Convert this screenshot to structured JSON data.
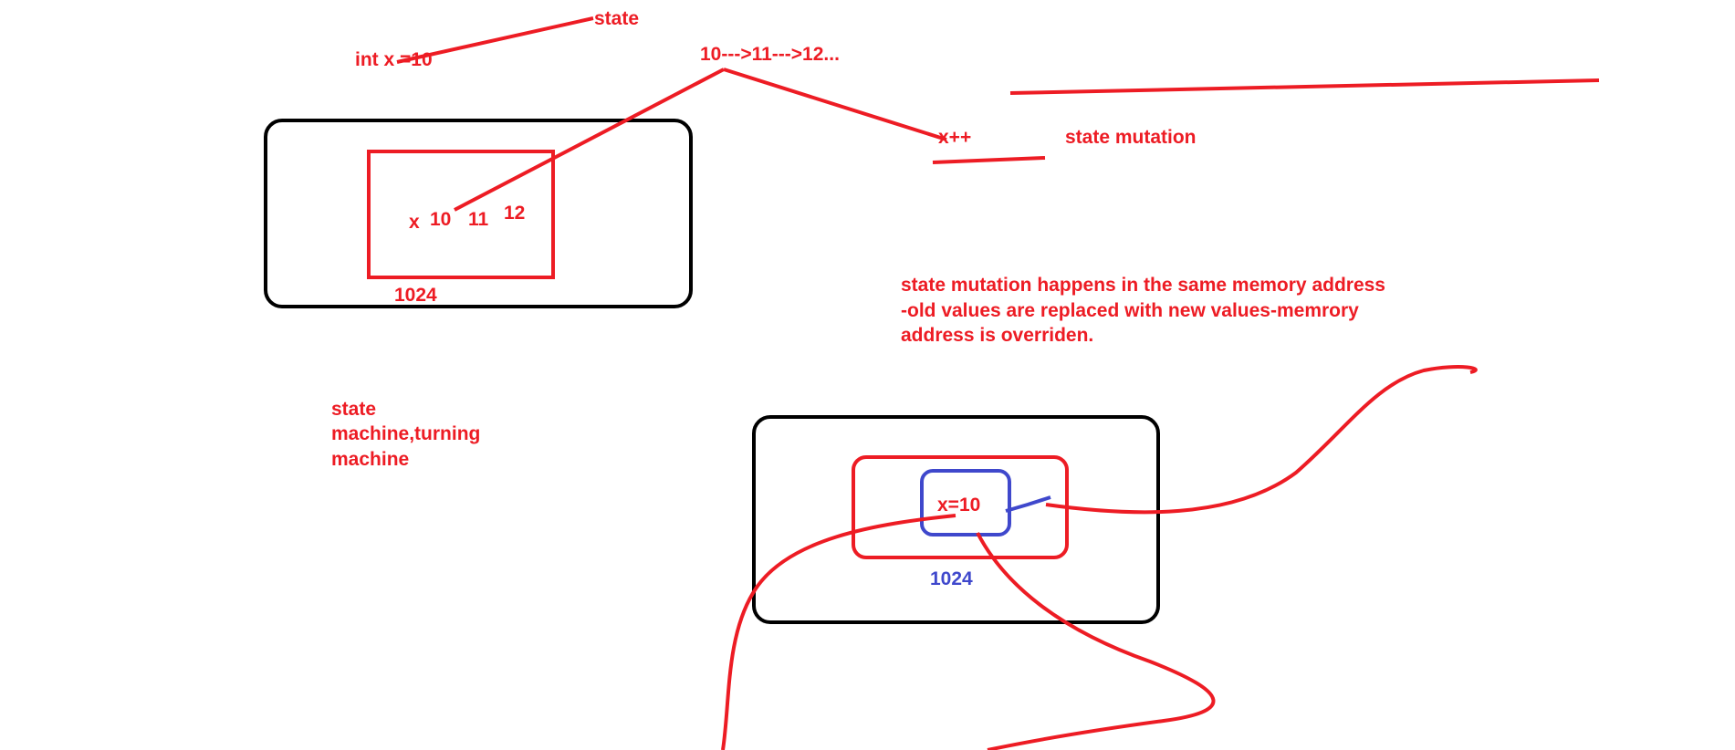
{
  "colors": {
    "red": "#ed1c24",
    "blue": "#3f48cc",
    "black": "#000000",
    "background": "#ffffff"
  },
  "labels": {
    "state_top": "state",
    "int_x": "int x =10",
    "sequence": "10--->11--->12...",
    "x_increment": "x++",
    "state_mutation": "state mutation",
    "memory_values_x": "x",
    "memory_values_10": "10",
    "memory_values_11": "11",
    "memory_values_12": "12",
    "address_top": "1024",
    "note_line1": "state mutation happens in the same memory address",
    "note_line2": "-old values are replaced with new values-memrory",
    "note_line3": "address is overriden.",
    "state_machine_line1": "state",
    "state_machine_line2": "machine,turning",
    "state_machine_line3": "machine",
    "inner_value": "x=10",
    "address_bottom": "1024"
  }
}
